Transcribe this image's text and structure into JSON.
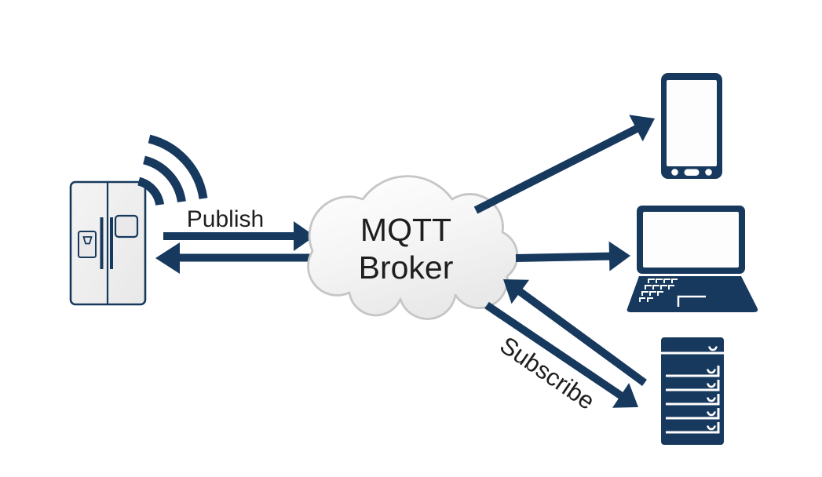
{
  "diagram": {
    "type": "mqtt-architecture",
    "broker": {
      "icon": "cloud-icon",
      "label_line1": "MQTT",
      "label_line2": "Broker"
    },
    "publisher": {
      "icon": "refrigerator-icon",
      "signal_icon": "wifi-signal-icon"
    },
    "subscribers": [
      {
        "icon": "smartphone-icon"
      },
      {
        "icon": "laptop-icon"
      },
      {
        "icon": "server-icon"
      }
    ],
    "edges": {
      "publish_label": "Publish",
      "subscribe_label": "Subscribe"
    },
    "colors": {
      "arrow_navy": "#17395e",
      "cloud_border": "#c6c6c6",
      "cloud_fill": "#f6f6f6",
      "label_text": "#1e1e1e",
      "background": "#ffffff"
    }
  }
}
